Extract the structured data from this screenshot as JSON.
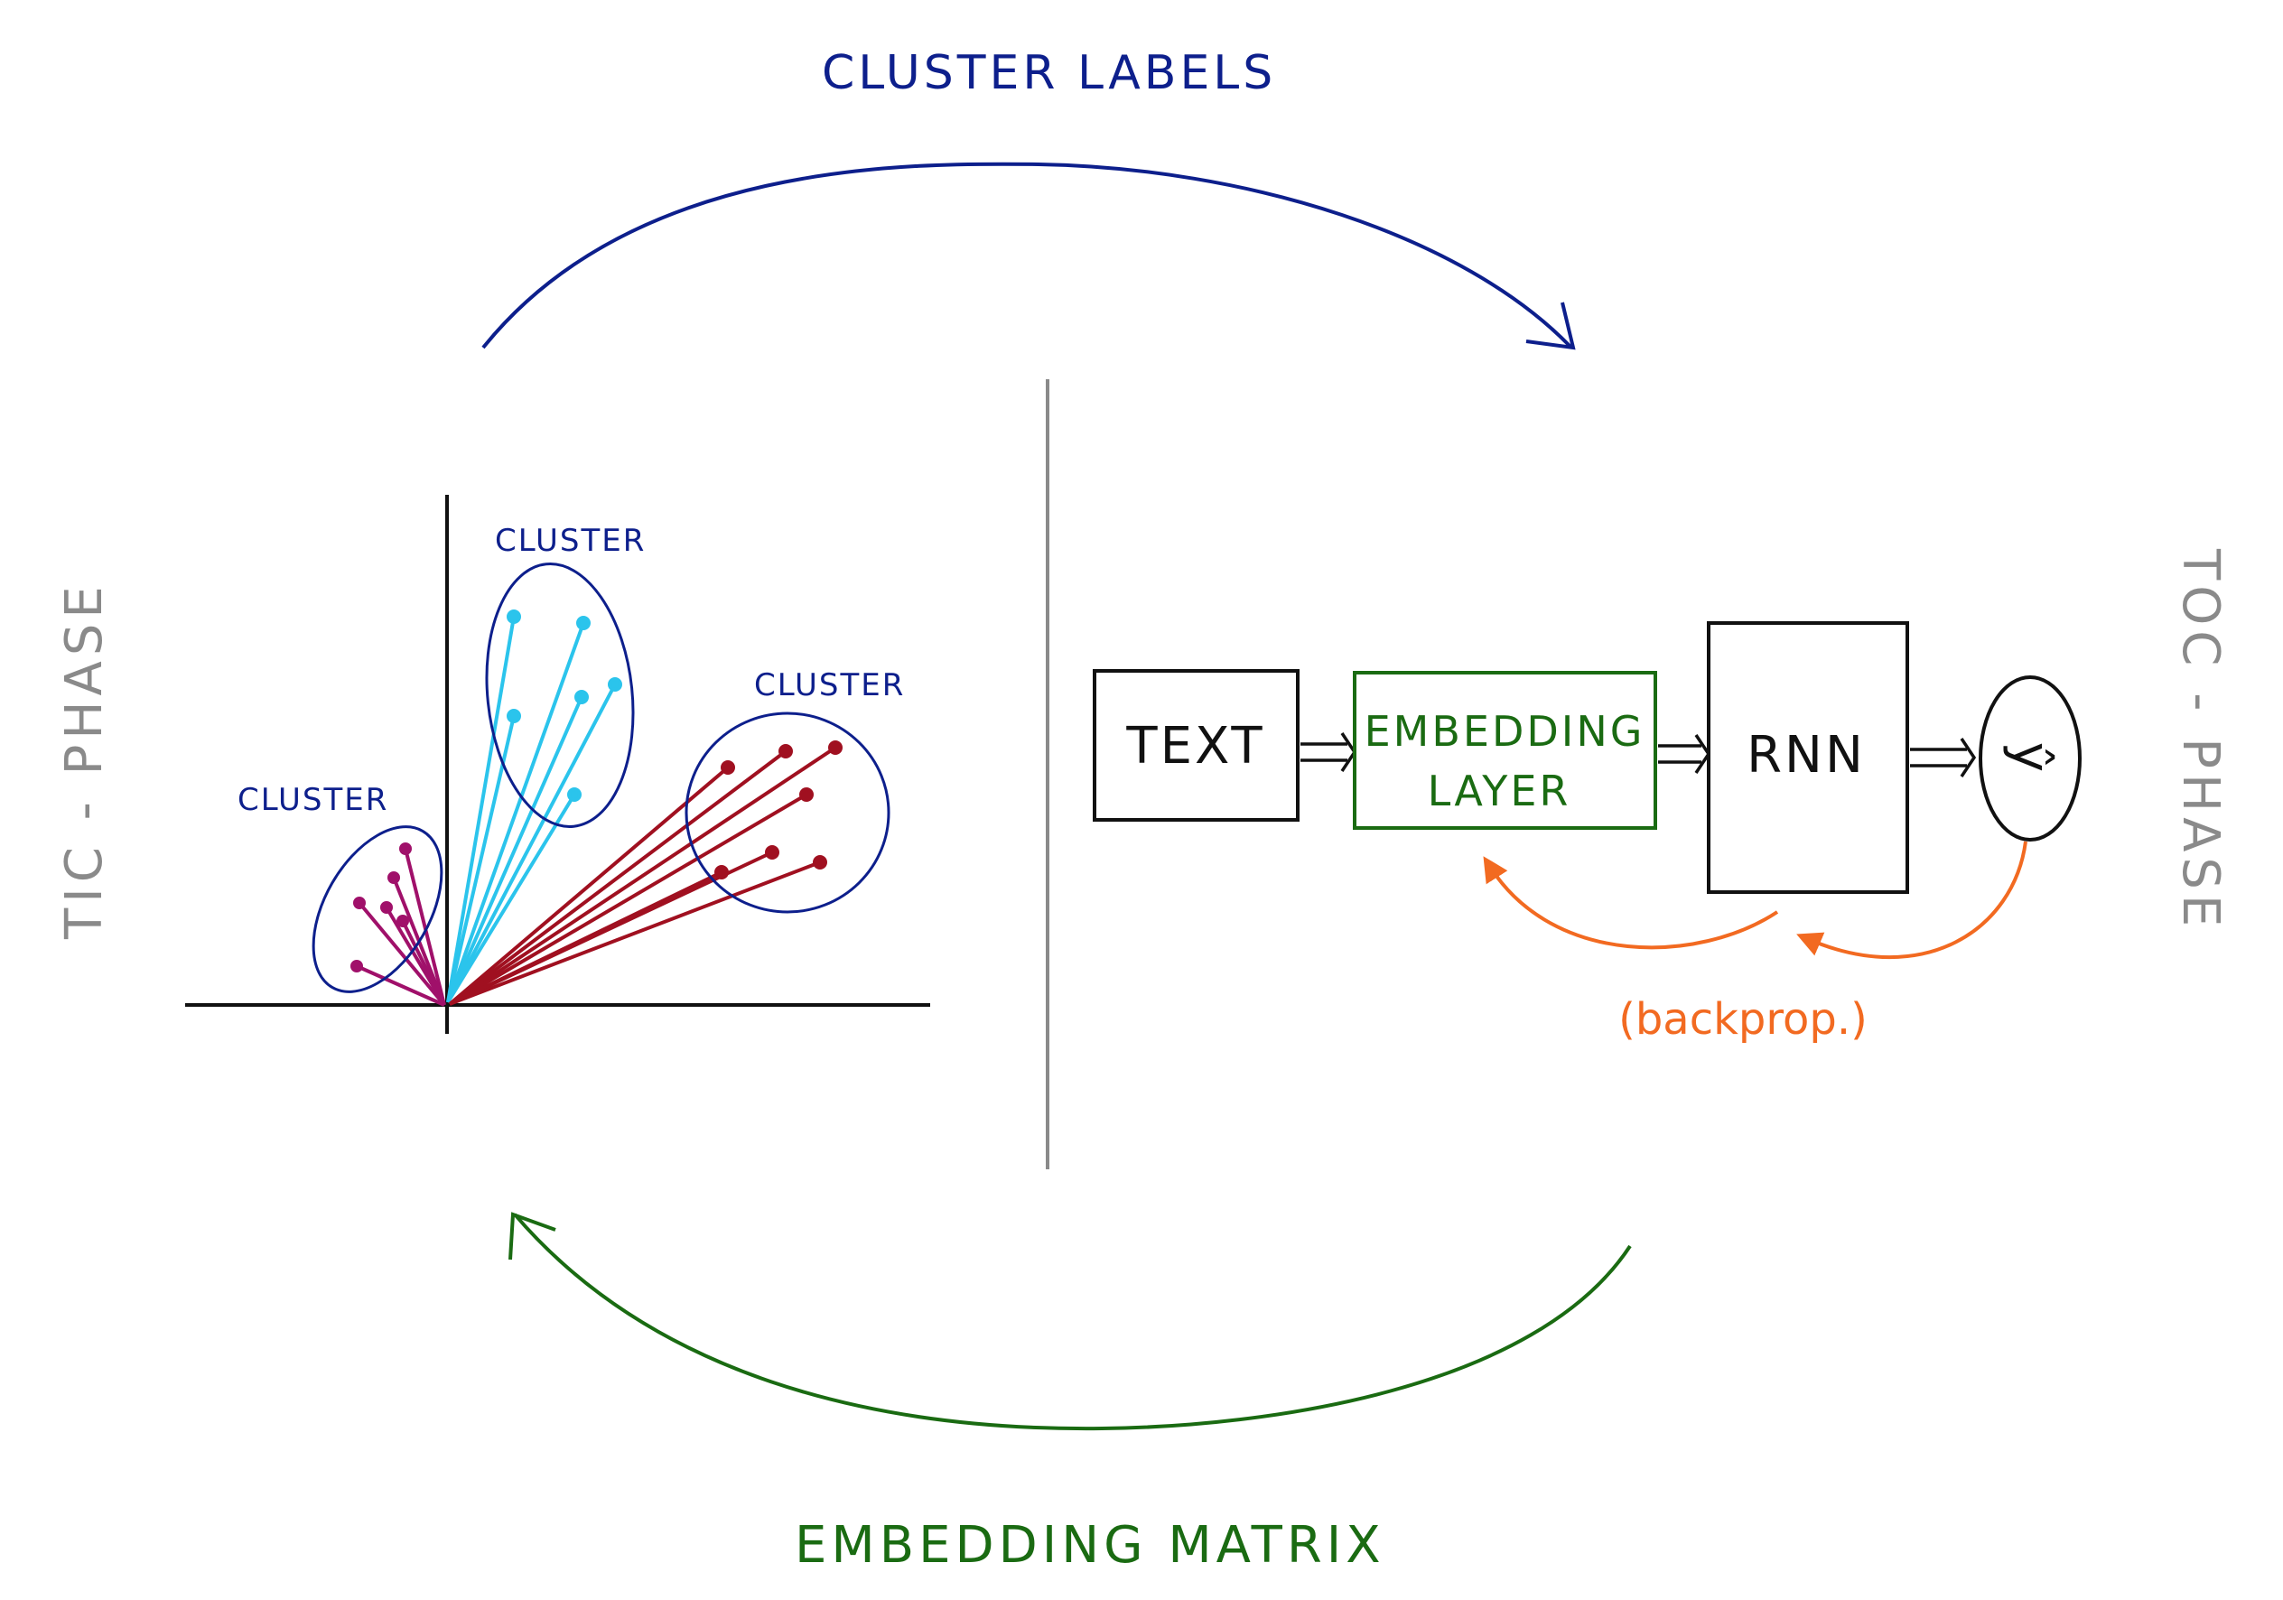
{
  "labels": {
    "top_arrow": "CLUSTER LABELS",
    "bottom_arrow": "EMBEDDING MATRIX",
    "left_phase": "TIC - PHASE",
    "right_phase": "TOC - PHASE",
    "cluster_top": "CLUSTER",
    "cluster_right": "CLUSTER",
    "cluster_left": "CLUSTER"
  },
  "pipeline": {
    "text_box": "TEXT",
    "embedding_line1": "EMBEDDING",
    "embedding_line2": "LAYER",
    "rnn_box": "RNN",
    "output": "ŷ",
    "backprop": "(backprop.)"
  },
  "colors": {
    "blue": "#0d1f8c",
    "green": "#1a6b12",
    "orange": "#f26a21",
    "grey": "#8a8a8a",
    "cyan": "#2bc4ec",
    "crimson": "#a01020",
    "magenta": "#a0106a"
  }
}
